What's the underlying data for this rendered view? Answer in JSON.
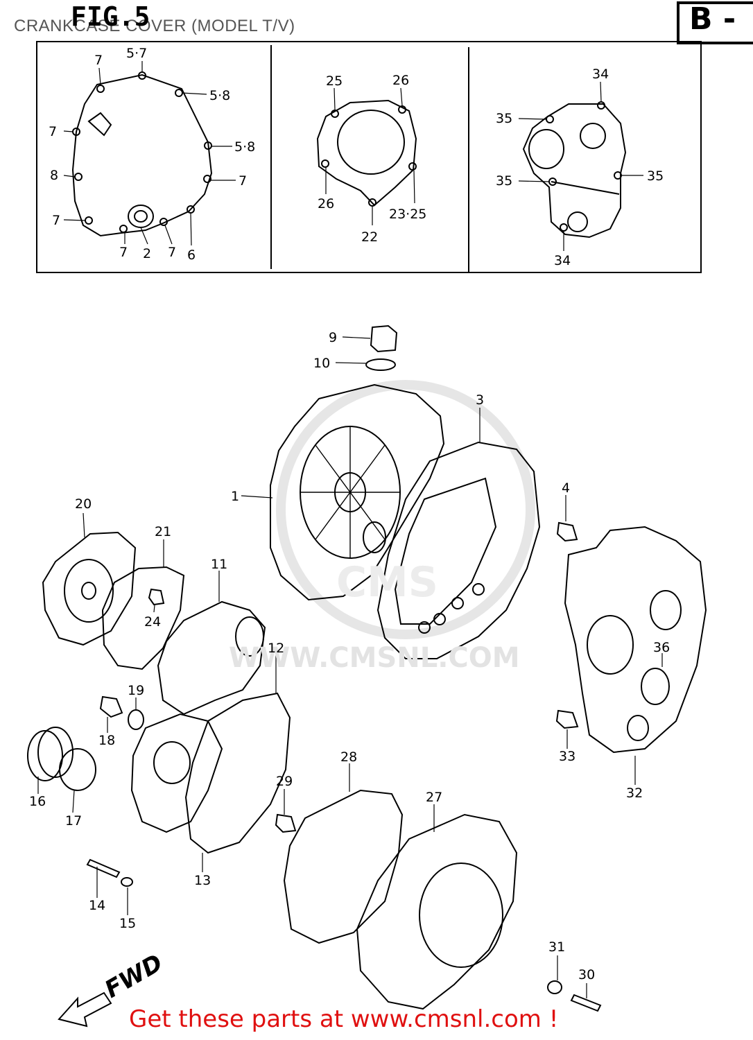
{
  "header": {
    "title": "CRANKCASE COVER (MODEL T/V)",
    "figure": "FIG.5",
    "section": "B -"
  },
  "direction": {
    "label": "FWD"
  },
  "watermark": {
    "text": "WWW.CMSNL.COM",
    "logo": "CMS"
  },
  "footer": {
    "text": "Get these parts at www.cmsnl.com !"
  },
  "callouts": {
    "inset_left": [
      "5·7",
      "7",
      "5·8",
      "7",
      "5·8",
      "8",
      "7",
      "7",
      "7",
      "2",
      "7",
      "6"
    ],
    "inset_middle": [
      "25",
      "26",
      "26",
      "22",
      "23·25"
    ],
    "inset_right": [
      "34",
      "35",
      "35",
      "35",
      "34"
    ],
    "main": [
      "9",
      "10",
      "3",
      "1",
      "4",
      "20",
      "21",
      "11",
      "24",
      "12",
      "36",
      "19",
      "18",
      "33",
      "16",
      "17",
      "28",
      "32",
      "29",
      "27",
      "13",
      "14",
      "15",
      "31",
      "30"
    ]
  }
}
